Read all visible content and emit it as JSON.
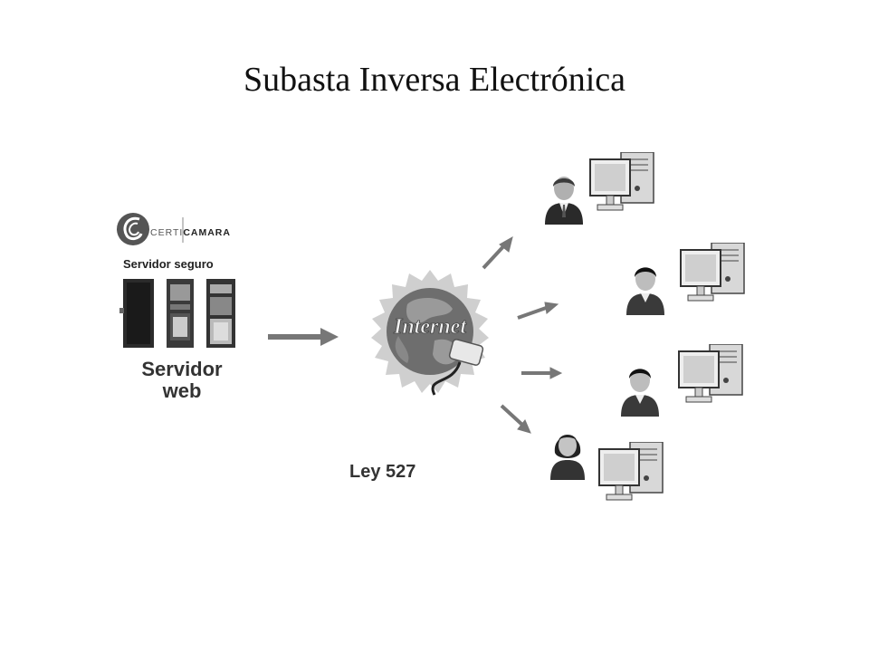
{
  "title": "Subasta Inversa Electrónica",
  "logo": {
    "prefix": "CERTI",
    "suffix": "CAMARA"
  },
  "server": {
    "caption_top": "Servidor seguro",
    "caption_bottom_line1": "Servidor",
    "caption_bottom_line2": "web"
  },
  "internet": {
    "label": "Internet"
  },
  "law": {
    "label": "Ley 527"
  },
  "clients": [
    {
      "kind": "man-suit"
    },
    {
      "kind": "man"
    },
    {
      "kind": "man"
    },
    {
      "kind": "woman"
    }
  ]
}
